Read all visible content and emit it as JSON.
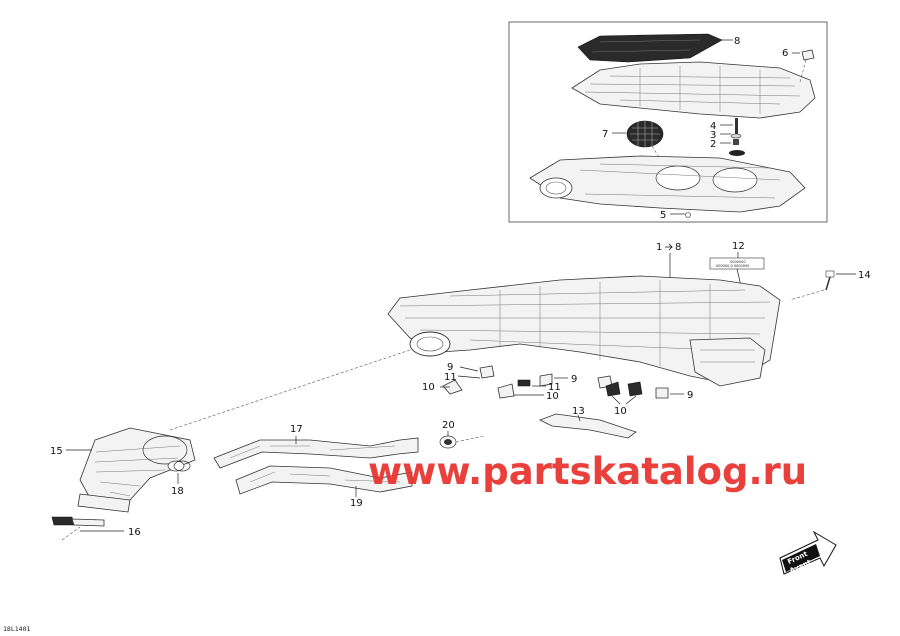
{
  "callouts": {
    "c1": "8",
    "c2": "6",
    "c3": "4",
    "c4": "7",
    "c5": "3",
    "c6": "2",
    "c7": "5",
    "c8": "1",
    "c9": "8",
    "c10": "12",
    "c11": "14",
    "c12": "9",
    "c13": "11",
    "c14": "10",
    "c15": "9",
    "c16": "11",
    "c17": "10",
    "c18": "10",
    "c19": "9",
    "c20": "13",
    "c21": "17",
    "c22": "20",
    "c23": "15",
    "c24": "18",
    "c25": "19",
    "c26": "16"
  },
  "watermark": "www.partskatalog.ru",
  "drawing_code": "18L1401",
  "front_label": {
    "line1": "Front",
    "line2": "Avant"
  },
  "label_decal": {
    "line1": "0000000",
    "line2": "000000 0 0000000"
  }
}
